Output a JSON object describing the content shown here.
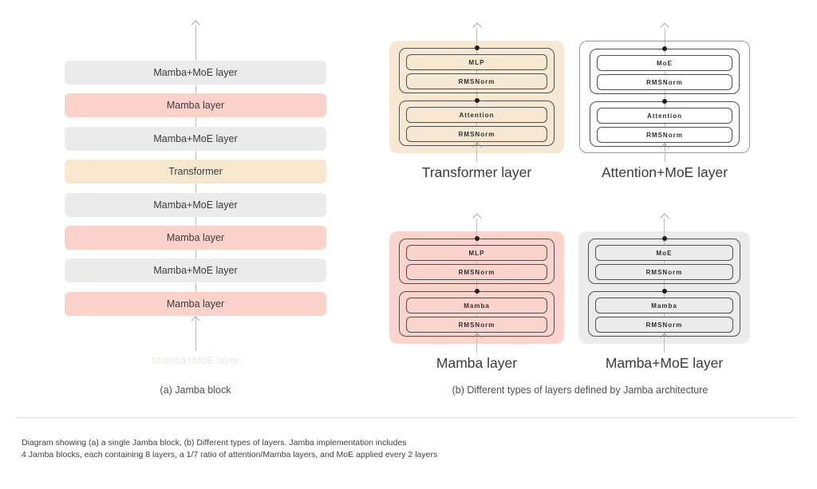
{
  "colors": {
    "block_gray": "#ebebeb",
    "block_pink": "#fbd2ca",
    "block_tan": "#f8e8cf",
    "panel_tan": "#f6e8d2",
    "panel_pink": "#fbd5cd",
    "panel_gray": "#ececec",
    "panel_white": "#ffffff",
    "outline_dark": "#4f4f4f",
    "flow_line_gray": "#bdbdbd",
    "dot_black": "#1d1d1d"
  },
  "jamba_block": {
    "caption": "(a) Jamba block",
    "ghost_label": "Mamba+MoE layer",
    "layers": [
      {
        "label": "Mamba+MoE layer",
        "type": "gray"
      },
      {
        "label": "Mamba layer",
        "type": "pink"
      },
      {
        "label": "Mamba+MoE layer",
        "type": "gray"
      },
      {
        "label": "Transformer",
        "type": "tan"
      },
      {
        "label": "Mamba+MoE layer",
        "type": "gray"
      },
      {
        "label": "Mamba layer",
        "type": "pink"
      },
      {
        "label": "Mamba+MoE layer",
        "type": "gray"
      },
      {
        "label": "Mamba layer",
        "type": "pink"
      }
    ]
  },
  "layer_types": {
    "caption": "(b) Different types of layers defined by Jamba architecture",
    "panels": [
      {
        "name": "Transformer layer",
        "style": "tan",
        "boxes": [
          "MLP",
          "RMSNorm",
          "Attention",
          "RMSNorm"
        ]
      },
      {
        "name": "Attention+MoE layer",
        "style": "white",
        "boxes": [
          "MoE",
          "RMSNorm",
          "Attention",
          "RMSNorm"
        ]
      },
      {
        "name": "Mamba layer",
        "style": "pink",
        "boxes": [
          "MLP",
          "RMSNorm",
          "Mamba",
          "RMSNorm"
        ]
      },
      {
        "name": "Mamba+MoE layer",
        "style": "gray",
        "boxes": [
          "MoE",
          "RMSNorm",
          "Mamba",
          "RMSNorm"
        ]
      }
    ]
  },
  "footer": {
    "line1": "Diagram showing (a) a single Jamba block, (b) Different types of layers. Jamba implementation includes",
    "line2": "4 Jamba blocks, each containing 8 layers, a 1/7 ratio of attention/Mamba layers, and MoE applied every 2 layers"
  }
}
